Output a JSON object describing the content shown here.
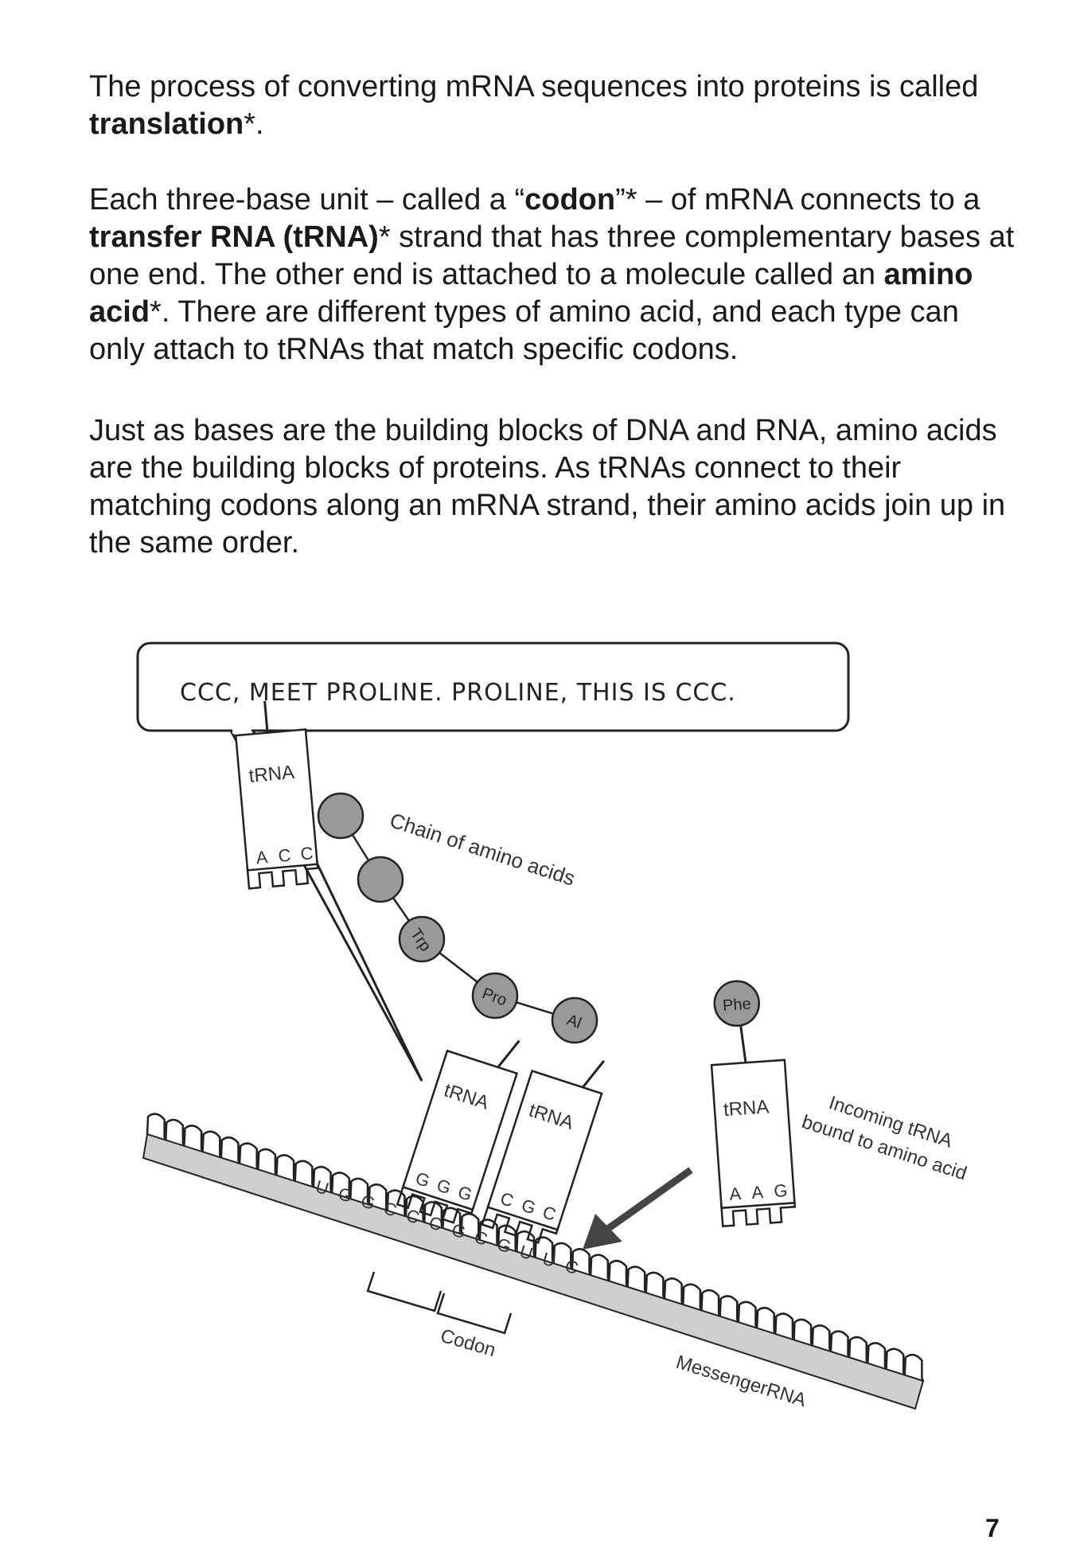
{
  "paragraphs": [
    {
      "parts": [
        {
          "text": "The process of converting mRNA sequences into proteins is called ",
          "bold": false
        },
        {
          "text": "translation",
          "bold": true
        },
        {
          "text": "*.",
          "bold": false
        }
      ]
    },
    {
      "parts": [
        {
          "text": "Each three-base unit – called a “",
          "bold": false
        },
        {
          "text": "codon",
          "bold": true
        },
        {
          "text": "”* – of mRNA connects to a ",
          "bold": false
        },
        {
          "text": "transfer RNA (tRNA)",
          "bold": true
        },
        {
          "text": "* strand that has three complementary bases at one end. The other end is attached to a molecule called an ",
          "bold": false
        },
        {
          "text": "amino acid",
          "bold": true
        },
        {
          "text": "*. There are different types of amino acid, and each type can only attach to tRNAs that match specific codons.",
          "bold": false
        }
      ]
    },
    {
      "parts": [
        {
          "text": "Just as bases are the building blocks of DNA and RNA, amino acids are the building blocks of proteins. As tRNAs connect to their matching codons along an mRNA strand, their amino acids join up in the same order.",
          "bold": false
        }
      ]
    }
  ],
  "diagram": {
    "speech_bubble": "CCC, MEET PROLINE. PROLINE, THIS IS CCC.",
    "labels": {
      "chain": "Chain of amino acids",
      "incoming": [
        "Incoming tRNA",
        "bound to amino acid"
      ],
      "codon": "Codon",
      "mrna": "MessengerRNA"
    },
    "trna_label": "tRNA",
    "amino_acids": [
      "Trp",
      "Pro",
      "Al",
      "Phe"
    ],
    "anticodons": {
      "left": [
        "A",
        "C",
        "C"
      ],
      "middle1": [
        "G",
        "G",
        "G"
      ],
      "middle2": [
        "C",
        "G",
        "C"
      ],
      "incoming": [
        "A",
        "A",
        "G"
      ]
    },
    "mrna_bases": [
      "U",
      "G",
      "G",
      "C",
      "C",
      "C",
      "G",
      "C",
      "G",
      "U",
      "U",
      "C"
    ]
  },
  "page_number": "7"
}
